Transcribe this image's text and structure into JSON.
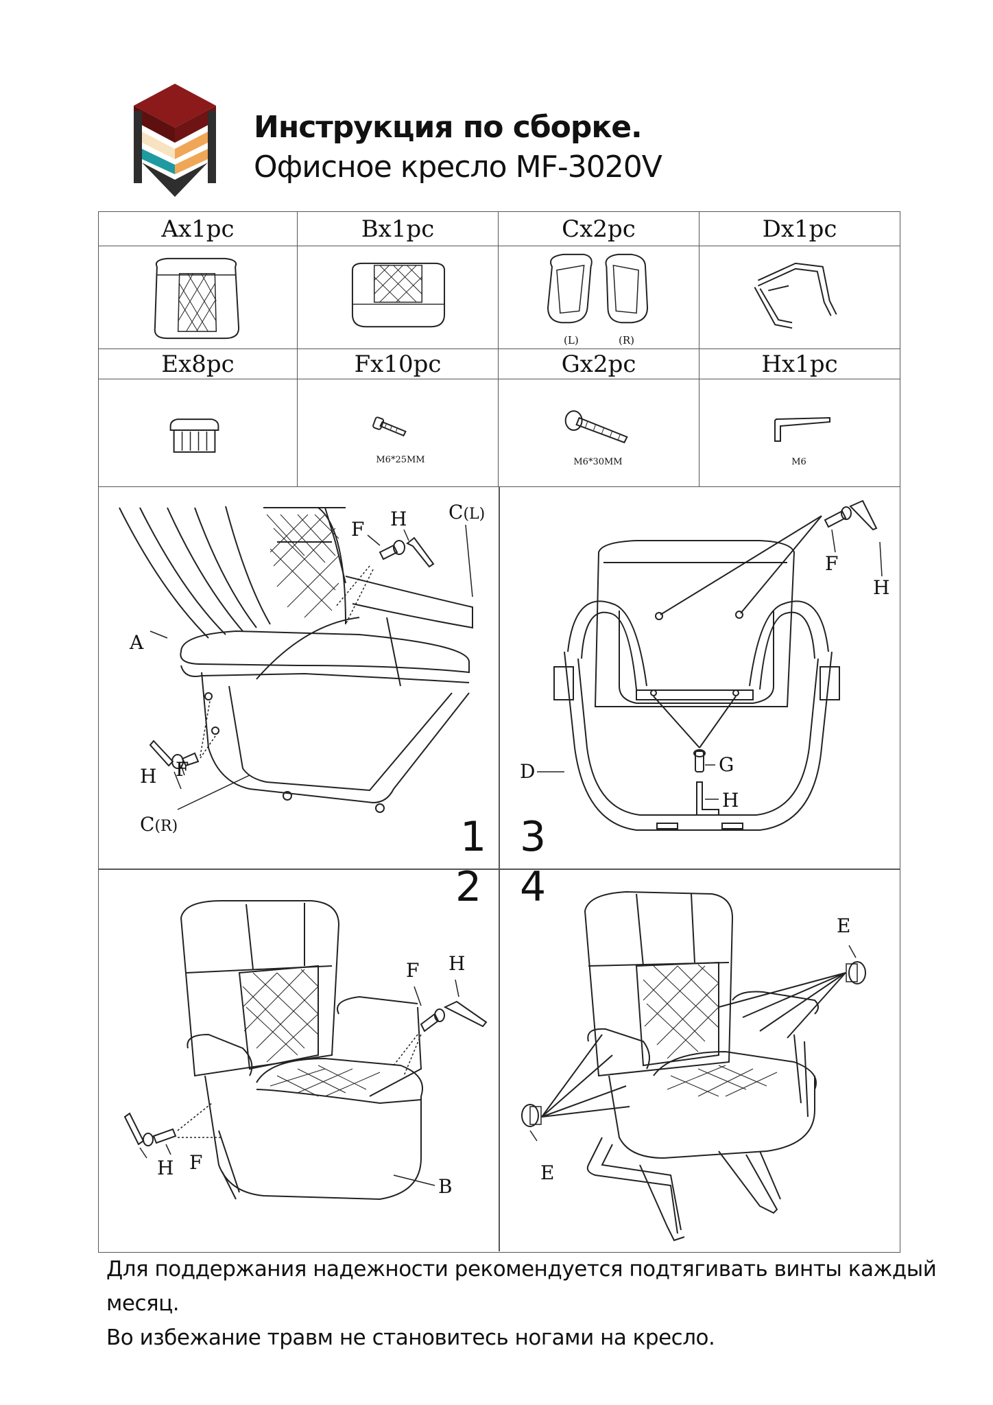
{
  "header": {
    "title": "Инструкция по сборке.",
    "subtitle": "Офисное кресло MF-3020V"
  },
  "parts": [
    {
      "label": "Ax1pc",
      "sublabel": ""
    },
    {
      "label": "Bx1pc",
      "sublabel": ""
    },
    {
      "label": "Cx2pc",
      "sublabel": ""
    },
    {
      "label": "Dx1pc",
      "sublabel": ""
    },
    {
      "label": "Ex8pc",
      "sublabel": ""
    },
    {
      "label": "Fx10pc",
      "sublabel": "M6*25MM"
    },
    {
      "label": "Gx2pc",
      "sublabel": "M6*30MM"
    },
    {
      "label": "Hx1pc",
      "sublabel": "M6"
    }
  ],
  "armrest_labels": {
    "left": "(L)",
    "right": "(R)"
  },
  "steps": [
    {
      "number": "1",
      "labels": {
        "a": "A",
        "f1": "F",
        "h1": "H",
        "cl": "C",
        "cl_side": "(L)",
        "f2": "F",
        "h2": "H",
        "cr": "C",
        "cr_side": "(R)"
      }
    },
    {
      "number": "2",
      "labels": {
        "f1": "F",
        "h1": "H",
        "f2": "F",
        "h2": "H",
        "b": "B"
      }
    },
    {
      "number": "3",
      "labels": {
        "f": "F",
        "h": "H",
        "g": "G",
        "h2": "H",
        "d": "D"
      }
    },
    {
      "number": "4",
      "labels": {
        "e1": "E",
        "e2": "E"
      }
    }
  ],
  "footer": {
    "line1": "Для поддержания надежности рекомендуется подтягивать винты каждый",
    "line2": "месяц.",
    "line3": "Во избежание травм не становитесь ногами на кресло."
  },
  "colors": {
    "logo_red": "#8c1a1a",
    "logo_orange": "#f0a657",
    "logo_teal": "#1e9aa0",
    "logo_cream": "#f7e3c0",
    "logo_dark": "#2e2e2e"
  }
}
